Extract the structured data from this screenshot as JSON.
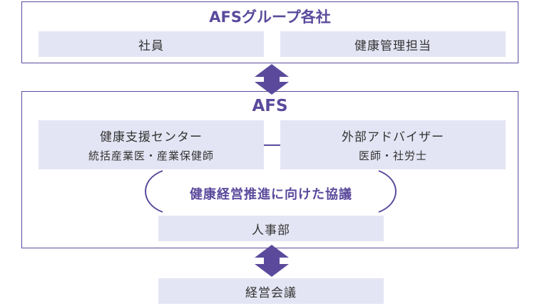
{
  "top_group": {
    "title": "AFSグループ各社",
    "employees": "社員",
    "health_manager": "健康管理担当"
  },
  "afs": {
    "title": "AFS",
    "support_center": {
      "title": "健康支援センター",
      "subtitle": "統括産業医・産業保健師"
    },
    "external_advisor": {
      "title": "外部アドバイザー",
      "subtitle": "医師・社労士"
    },
    "consultation": "健康経営推進に向けた協議",
    "hr": "人事部"
  },
  "management_meeting": "経営会議",
  "colors": {
    "accent": "#5b4a9c",
    "box_fill": "#e4e5f4"
  }
}
